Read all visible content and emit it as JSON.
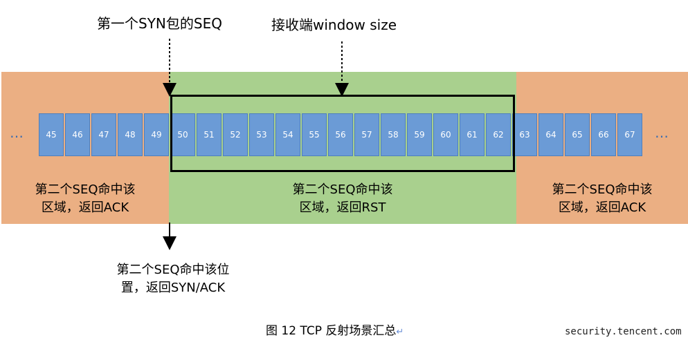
{
  "labels": {
    "first_syn_seq": "第一个SYN包的SEQ",
    "receiver_window": "接收端window size"
  },
  "cells": [
    "45",
    "46",
    "47",
    "48",
    "49",
    "50",
    "51",
    "52",
    "53",
    "54",
    "55",
    "56",
    "57",
    "58",
    "59",
    "60",
    "61",
    "62",
    "63",
    "64",
    "65",
    "66",
    "67"
  ],
  "ellipsis_left": "…",
  "ellipsis_right": "…",
  "regions": {
    "left": {
      "line1": "第二个SEQ命中该",
      "line2": "区域，返回ACK",
      "color": "#ebaf83"
    },
    "middle": {
      "line1": "第二个SEQ命中该",
      "line2": "区域，返回RST",
      "color": "#a9d08e"
    },
    "right": {
      "line1": "第二个SEQ命中该",
      "line2": "区域，返回ACK",
      "color": "#ebaf83"
    }
  },
  "bottom_label": {
    "line1": "第二个SEQ命中该位",
    "line2": "置，返回SYN/ACK"
  },
  "caption": "图 12 TCP 反射场景汇总",
  "caption_mark": "↵",
  "watermark": "security.tencent.com",
  "colors": {
    "cell": "#6b9bd6",
    "window_border": "#000000"
  }
}
